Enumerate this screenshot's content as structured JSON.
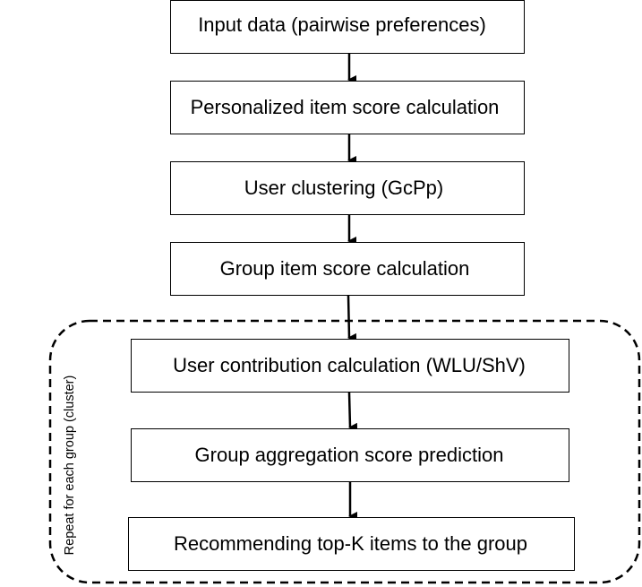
{
  "steps": [
    "Input data (pairwise preferences)",
    "Personalized item score calculation",
    "User clustering (GcPp)",
    "Group item score calculation",
    "User contribution calculation (WLU/ShV)",
    "Group aggregation score prediction",
    "Recommending top-K items to the group"
  ],
  "loop_group": {
    "label": "Repeat for each group (cluster)"
  }
}
